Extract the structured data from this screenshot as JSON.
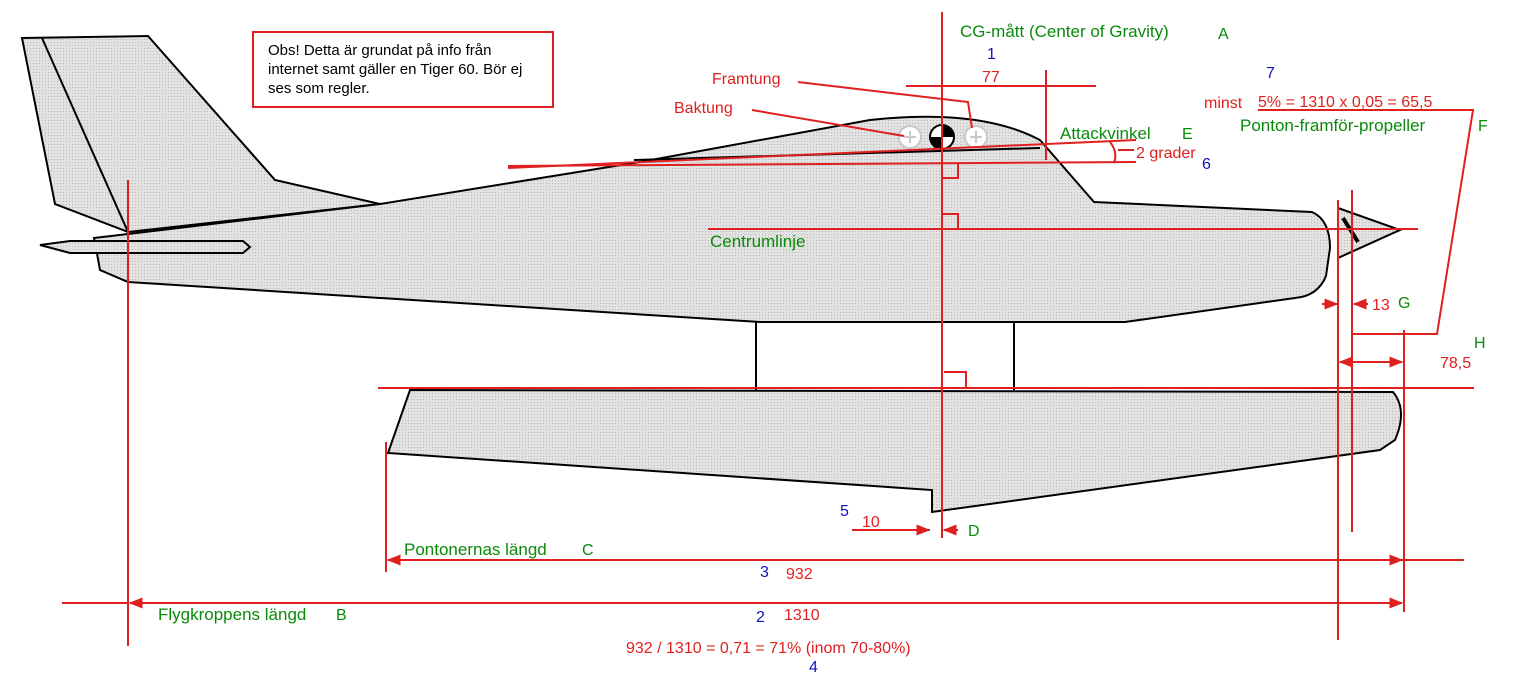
{
  "note": "Obs! Detta är grundat på info från internet samt gäller en Tiger 60. Bör ej ses som regler.",
  "colors": {
    "red": "#e02020",
    "green": "#0a8a0a",
    "blue": "#1010c0",
    "fill": "#d8d8d8",
    "outline": "#000000"
  },
  "labels": {
    "cg_title": "CG-mått (Center of Gravity)",
    "cg_letter": "A",
    "num_1": "1",
    "dim_77": "77",
    "framtung": "Framtung",
    "baktung": "Baktung",
    "num_7": "7",
    "minst": "minst",
    "formula_5pct": "5% = 1310 x 0,05 = 65,5",
    "ponton_fram": "Ponton-framför-propeller",
    "letter_F": "F",
    "attackvinkel": "Attackvinkel",
    "letter_E": "E",
    "two_grader": "2 grader",
    "num_6": "6",
    "centrumlinje": "Centrumlinje",
    "dim_13": "13",
    "letter_G": "G",
    "letter_H": "H",
    "dim_785": "78,5",
    "num_5": "5",
    "dim_10": "10",
    "letter_D": "D",
    "pontonernas": "Pontonernas längd",
    "letter_C": "C",
    "num_3": "3",
    "dim_932": "932",
    "flygkroppens": "Flygkroppens längd",
    "letter_B": "B",
    "num_2": "2",
    "dim_1310": "1310",
    "ratio": "932 / 1310 = 0,71 = 71% (inom 70-80%)",
    "num_4": "4"
  }
}
